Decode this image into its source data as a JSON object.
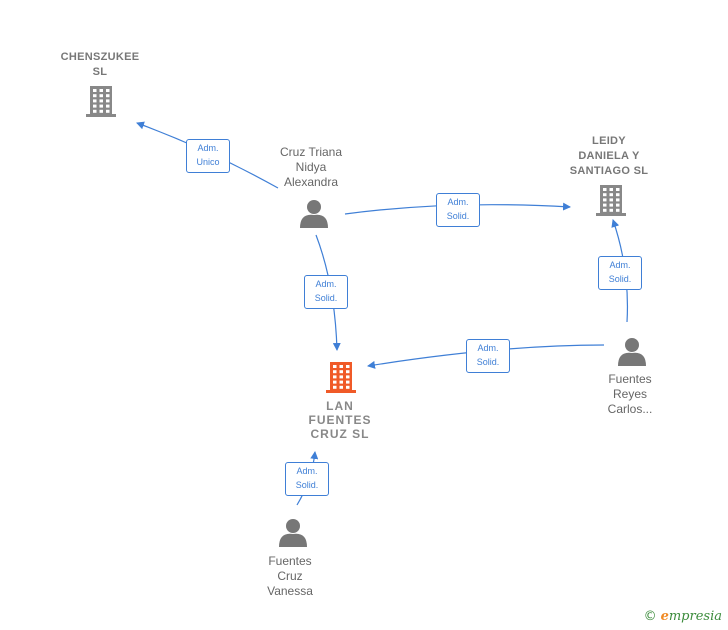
{
  "colors": {
    "edge": "#3f7fd6",
    "company": "#888888",
    "main_company": "#f05a28",
    "person": "#777777"
  },
  "nodes": {
    "chenszukee": {
      "type": "company",
      "label_lines": [
        "CHENSZUKEE",
        "SL"
      ]
    },
    "leidy": {
      "type": "company",
      "label_lines": [
        "LEIDY",
        "DANIELA Y",
        "SANTIAGO  SL"
      ]
    },
    "lan": {
      "type": "main-company",
      "label_lines": [
        "LAN",
        "FUENTES",
        "CRUZ  SL"
      ]
    },
    "cruz_triana": {
      "type": "person",
      "label_lines": [
        "Cruz Triana",
        "Nidya",
        "Alexandra"
      ]
    },
    "fuentes_reyes": {
      "type": "person",
      "label_lines": [
        "Fuentes",
        "Reyes",
        "Carlos..."
      ]
    },
    "fuentes_cruz": {
      "type": "person",
      "label_lines": [
        "Fuentes",
        "Cruz",
        "Vanessa"
      ]
    }
  },
  "edges": [
    {
      "from": "cruz_triana",
      "to": "chenszukee",
      "label_lines": [
        "Adm.",
        "Unico"
      ]
    },
    {
      "from": "cruz_triana",
      "to": "leidy",
      "label_lines": [
        "Adm.",
        "Solid."
      ]
    },
    {
      "from": "cruz_triana",
      "to": "lan",
      "label_lines": [
        "Adm.",
        "Solid."
      ]
    },
    {
      "from": "fuentes_reyes",
      "to": "leidy",
      "label_lines": [
        "Adm.",
        "Solid."
      ]
    },
    {
      "from": "fuentes_reyes",
      "to": "lan",
      "label_lines": [
        "Adm.",
        "Solid."
      ]
    },
    {
      "from": "fuentes_cruz",
      "to": "lan",
      "label_lines": [
        "Adm.",
        "Solid."
      ]
    }
  ],
  "watermark": {
    "copyright": "©",
    "brand_initial": "e",
    "brand_rest": "mpresia"
  }
}
